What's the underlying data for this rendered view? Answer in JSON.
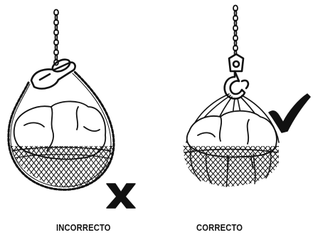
{
  "panels": [
    {
      "id": "incorrect",
      "caption": "INCORRECTO",
      "marker_icon": "cross-mark-icon",
      "marker_color": "#111111"
    },
    {
      "id": "correct",
      "caption": "CORRECTO",
      "marker_icon": "check-mark-icon",
      "marker_color": "#111111"
    }
  ],
  "colors": {
    "ink": "#111111",
    "background": "#ffffff"
  }
}
